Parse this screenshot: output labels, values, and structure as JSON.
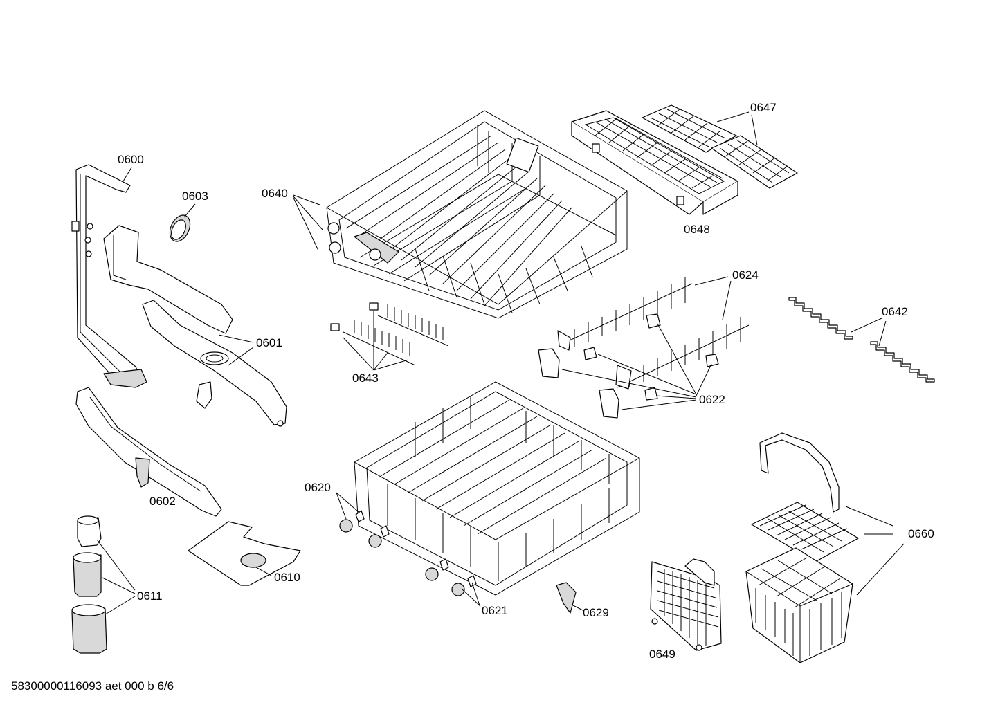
{
  "labels": {
    "p0600": "0600",
    "p0601": "0601",
    "p0602": "0602",
    "p0603": "0603",
    "p0610": "0610",
    "p0611": "0611",
    "p0620": "0620",
    "p0621": "0621",
    "p0622": "0622",
    "p0624": "0624",
    "p0629": "0629",
    "p0640": "0640",
    "p0642": "0642",
    "p0643": "0643",
    "p0647": "0647",
    "p0648": "0648",
    "p0649": "0649",
    "p0660": "0660"
  },
  "footer": {
    "code": "58300000116093 aet 000 b 6/6"
  }
}
